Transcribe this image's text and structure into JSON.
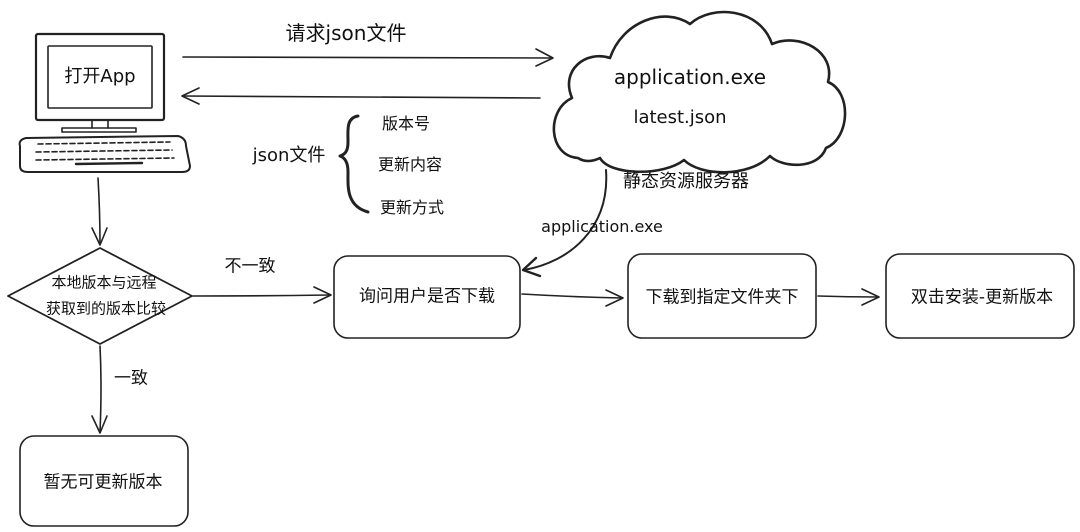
{
  "computer": {
    "screen_text": "打开App"
  },
  "request_arrow_label": "请求json文件",
  "cloud": {
    "file_exe": "application.exe",
    "file_json": "latest.json",
    "caption": "静态资源服务器"
  },
  "json_file": {
    "label": "json文件",
    "fields": [
      "版本号",
      "更新内容",
      "更新方式"
    ]
  },
  "download_arrow_label": "application.exe",
  "decision": {
    "line1": "本地版本与远程",
    "line2": "获取到的版本比较"
  },
  "branch_mismatch_label": "不一致",
  "branch_match_label": "一致",
  "steps": {
    "ask_user": "询问用户是否下载",
    "download": "下载到指定文件夹下",
    "install": "双击安装-更新版本",
    "no_update": "暂无可更新版本"
  }
}
